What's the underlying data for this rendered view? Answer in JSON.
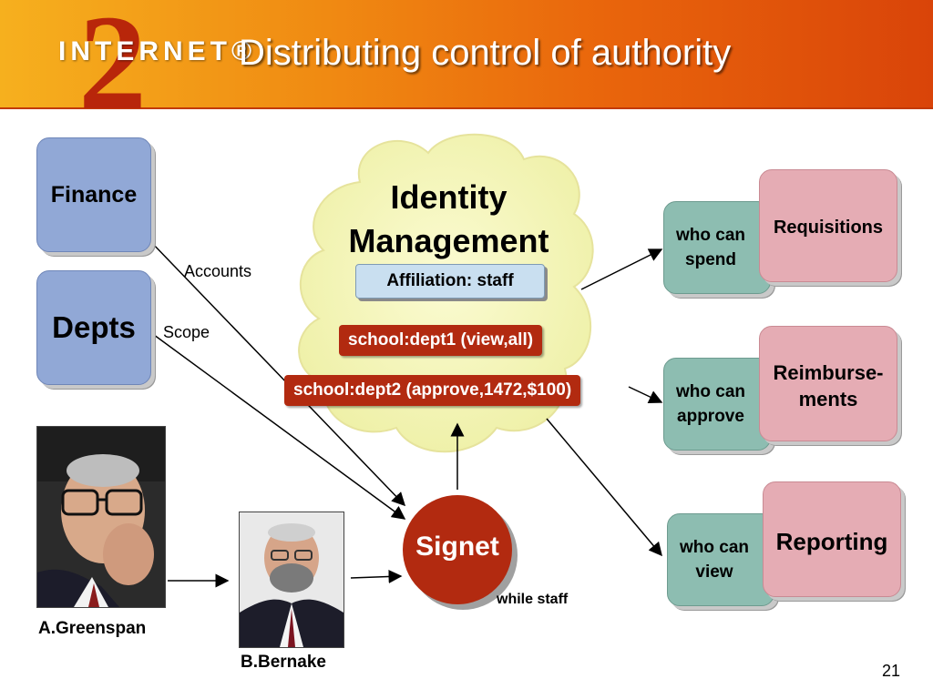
{
  "header": {
    "logo_text": "INTERNET®",
    "logo_numeral": "2",
    "title": "Distributing control of authority"
  },
  "sources": {
    "finance": "Finance",
    "depts": "Depts",
    "accounts_label": "Accounts",
    "scope_label": "Scope"
  },
  "cloud": {
    "title_line1": "Identity",
    "title_line2": "Management",
    "affiliation": "Affiliation: staff",
    "tag1": "school:dept1 (view,all)",
    "tag2": "school:dept2 (approve,1472,$100)"
  },
  "signet": {
    "label": "Signet",
    "note": "while staff"
  },
  "people": {
    "greenspan": "A.Greenspan",
    "bernanke": "B.Bernake"
  },
  "privileges": [
    {
      "who": "who can spend",
      "app": "Requisitions"
    },
    {
      "who": "who can approve",
      "app": "Reimburse-ments"
    },
    {
      "who": "who can view",
      "app": "Reporting"
    }
  ],
  "footer": {
    "page_number": "21"
  },
  "colors": {
    "header_orange": "#f08a12",
    "blue_box": "#91a8d6",
    "green_box": "#8dbdb1",
    "pink_box": "#e5acb4",
    "tag_red": "#b22a10",
    "cloud_yellow": "#f4f5b5"
  }
}
